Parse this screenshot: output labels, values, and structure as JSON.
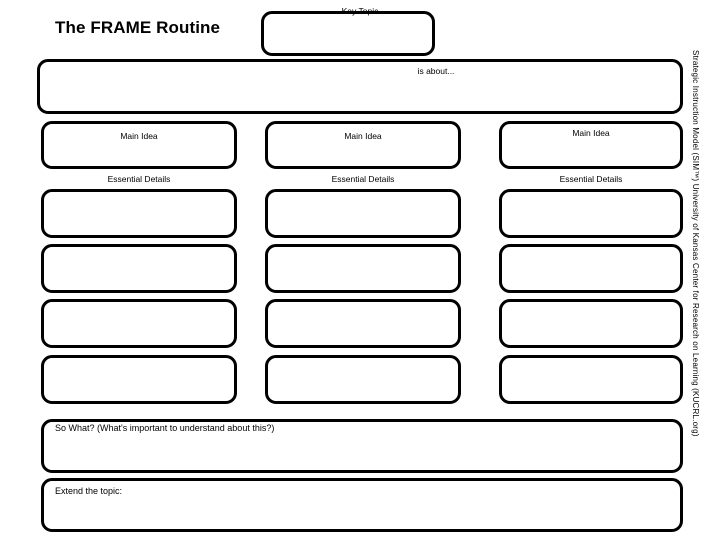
{
  "page": {
    "title": "The FRAME Routine",
    "attribution": "Strategic Instruction Model (SIM™) University of Kansas Center for Research on Learning (KUCRL.org)"
  },
  "key_topic": {
    "label": "Key Topic",
    "value": ""
  },
  "is_about": {
    "label": "is about...",
    "value": ""
  },
  "columns": [
    {
      "main_idea_label": "Main Idea",
      "main_idea_value": "",
      "essential_details_label": "Essential Details",
      "details": [
        "",
        "",
        "",
        ""
      ]
    },
    {
      "main_idea_label": "Main Idea",
      "main_idea_value": "",
      "essential_details_label": "Essential Details",
      "details": [
        "",
        "",
        "",
        ""
      ]
    },
    {
      "main_idea_label": "Main Idea",
      "main_idea_value": "",
      "essential_details_label": "Essential Details",
      "details": [
        "",
        "",
        "",
        ""
      ]
    }
  ],
  "so_what": {
    "label": "So What?  (What's important to understand about this?)",
    "value": ""
  },
  "extend": {
    "label": "Extend the topic:",
    "value": ""
  },
  "colors": {
    "ink": "#000000",
    "paper": "#ffffff"
  }
}
